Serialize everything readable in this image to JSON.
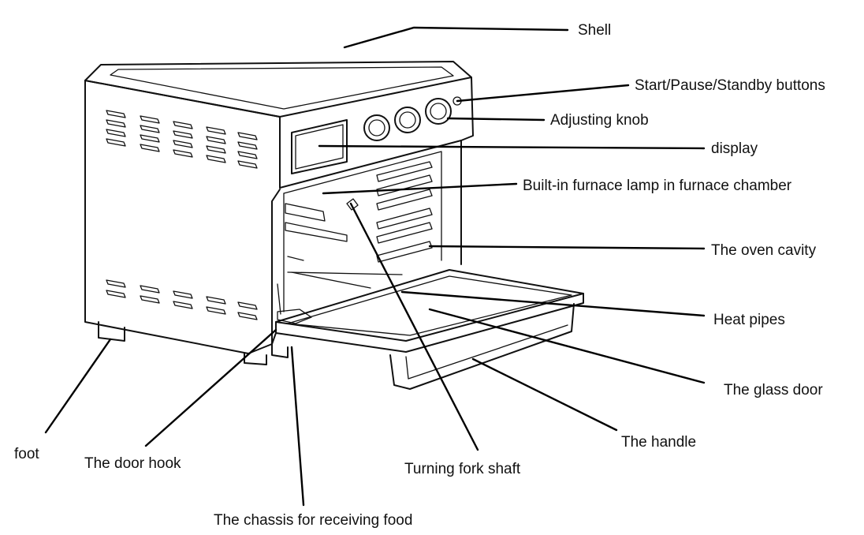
{
  "labels": {
    "shell": "Shell",
    "buttons": "Start/Pause/Standby buttons",
    "knob": "Adjusting knob",
    "display": "display",
    "lamp": "Built-in furnace lamp in furnace chamber",
    "cavity": "The oven cavity",
    "heat_pipes": "Heat pipes",
    "glass_door": "The glass door",
    "handle": "The handle",
    "fork_shaft": "Turning fork shaft",
    "chassis": "The chassis for receiving food",
    "door_hook": "The door hook",
    "foot": "foot"
  }
}
